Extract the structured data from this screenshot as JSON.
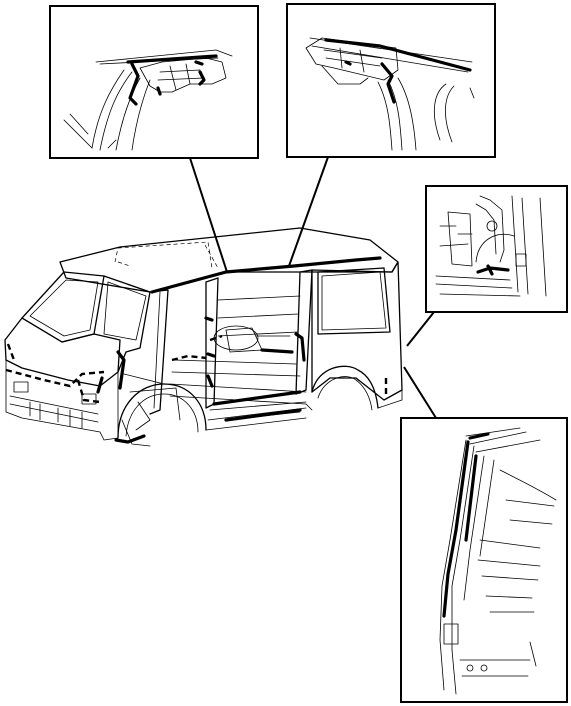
{
  "figure": {
    "background": "#ffffff",
    "line_color": "#000000",
    "subject": "van-body-shell",
    "detail_callouts": [
      "upper-left-roof-pillar-detail",
      "upper-right-roof-rail-detail",
      "right-rear-wheel-arch-detail",
      "lower-right-rear-pillar-detail"
    ]
  }
}
